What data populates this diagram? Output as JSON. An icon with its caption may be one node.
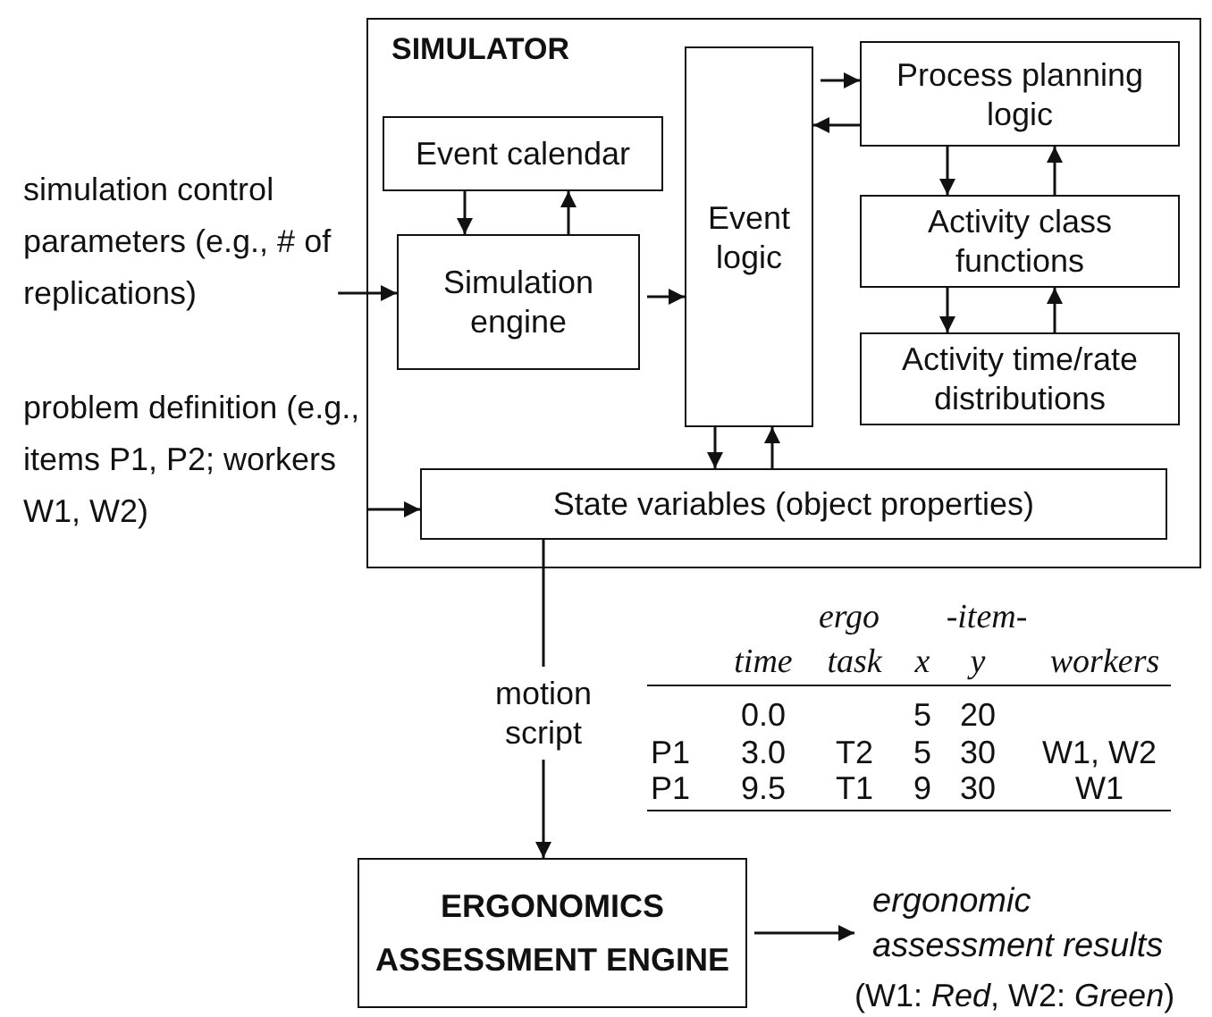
{
  "diagram": {
    "nodes": [
      {
        "text": [
          "SIMULATOR"
        ]
      },
      {
        "text": [
          "Event calendar"
        ],
        "in": 0
      },
      {
        "text": [
          "Simulation engine"
        ],
        "in": 0
      },
      {
        "text": [
          "Event logic"
        ],
        "in": 0
      },
      {
        "text": [
          "Process planning logic"
        ],
        "in": 0
      },
      {
        "text": [
          "Activity class functions"
        ],
        "in": 0
      },
      {
        "text": [
          "Activity time/rate distributions"
        ],
        "in": 0
      },
      {
        "text": [
          "State variables (object properties)"
        ],
        "in": 0
      },
      {
        "text": [
          "simulation control parameters (e.g., # of replications)"
        ]
      },
      {
        "text": [
          "problem definition (e.g., items P1, P2; workers W1, W2)"
        ]
      },
      {
        "text": [
          "ERGONOMICS ASSESSMENT ENGINE"
        ]
      },
      {
        "text": [
          "ergonomic assessment results",
          "(W1: *Red*, W2: *Green*)"
        ]
      }
    ],
    "edges": [
      {
        "from": 1,
        "to": 2,
        "arrow": "to"
      },
      {
        "from": 2,
        "to": 1,
        "arrow": "to"
      },
      {
        "from": 8,
        "to": 2,
        "arrow": "to"
      },
      {
        "from": 2,
        "to": 3,
        "arrow": "to"
      },
      {
        "from": 3,
        "to": 4,
        "arrow": "to"
      },
      {
        "from": 4,
        "to": 3,
        "arrow": "to"
      },
      {
        "from": 4,
        "to": 5,
        "arrow": "to"
      },
      {
        "from": 5,
        "to": 4,
        "arrow": "to"
      },
      {
        "from": 5,
        "to": 6,
        "arrow": "to"
      },
      {
        "from": 6,
        "to": 5,
        "arrow": "to"
      },
      {
        "from": 3,
        "to": 7,
        "arrow": "to"
      },
      {
        "from": 7,
        "to": 3,
        "arrow": "to"
      },
      {
        "from": 9,
        "to": 7,
        "arrow": "to"
      },
      {
        "from": 7,
        "to": 10,
        "arrow": "to",
        "label": "motion script"
      },
      {
        "from": 10,
        "to": 11,
        "arrow": "to"
      }
    ],
    "labels": [
      "ergo",
      "-item-",
      "time",
      "task",
      "x",
      "y",
      "workers",
      "0.0",
      "5",
      "20",
      "P1",
      "3.0",
      "T2",
      "5",
      "30",
      "W1, W2",
      "P1",
      "9.5",
      "T1",
      "9",
      "30",
      "W1"
    ]
  }
}
